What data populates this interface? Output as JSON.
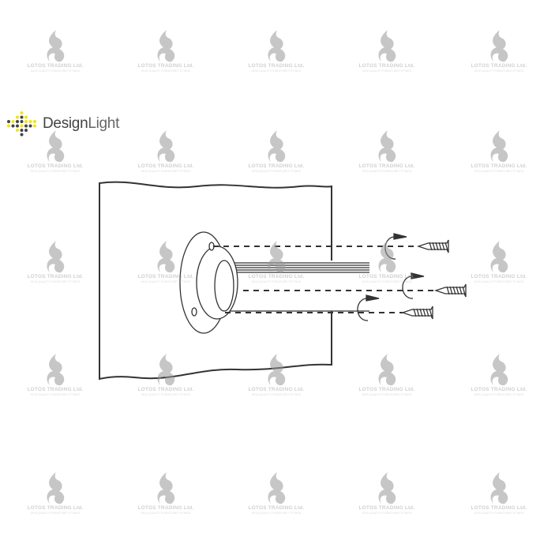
{
  "watermark": {
    "company": "LOTOS TRADING Ltd.",
    "tagline": "HIGH QUALITY FURNITURE FITTINGS",
    "icon": "flame-icon"
  },
  "logo": {
    "brand_part1": "Design",
    "brand_part2": "Light",
    "colors": {
      "yellow": "#f2e600",
      "dark": "#444444"
    }
  },
  "diagram": {
    "stroke_color": "#333333",
    "screw_count": 3
  }
}
